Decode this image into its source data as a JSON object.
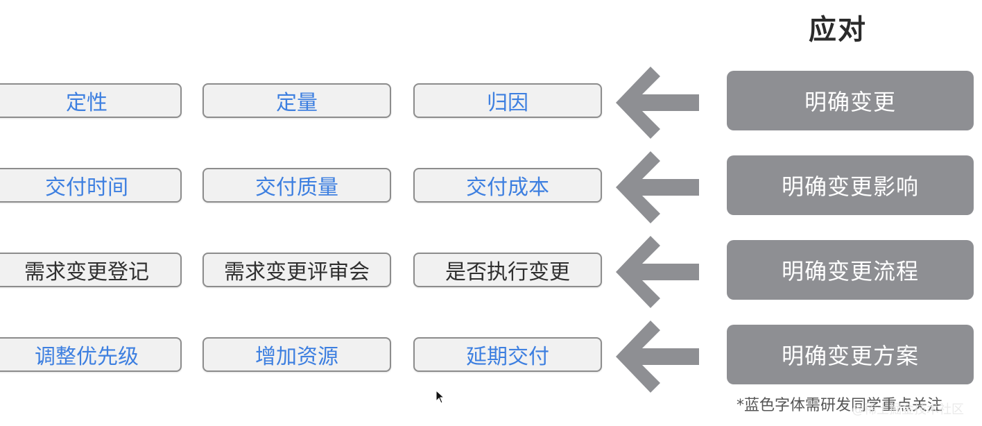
{
  "heading": "应对",
  "rows": [
    {
      "items": [
        {
          "text": "定性",
          "color": "blue"
        },
        {
          "text": "定量",
          "color": "blue"
        },
        {
          "text": "归因",
          "color": "blue"
        }
      ],
      "action": "明确变更"
    },
    {
      "items": [
        {
          "text": "交付时间",
          "color": "blue"
        },
        {
          "text": "交付质量",
          "color": "blue"
        },
        {
          "text": "交付成本",
          "color": "blue"
        }
      ],
      "action": "明确变更影响"
    },
    {
      "items": [
        {
          "text": "需求变更登记",
          "color": "dark"
        },
        {
          "text": "需求变更评审会",
          "color": "dark"
        },
        {
          "text": "是否执行变更",
          "color": "dark"
        }
      ],
      "action": "明确变更流程"
    },
    {
      "items": [
        {
          "text": "调整优先级",
          "color": "blue"
        },
        {
          "text": "增加资源",
          "color": "blue"
        },
        {
          "text": "延期交付",
          "color": "blue"
        }
      ],
      "action": "明确变更方案"
    }
  ],
  "footnote": "*蓝色字体需研发同学重点关注",
  "watermark": "@稀土掘金技术社区",
  "colors": {
    "blue_text": "#3d7fe0",
    "dark_text": "#2f2f2f",
    "box_fill": "#f1f1f1",
    "box_border": "#8c8c8c",
    "action_fill": "#8e8f93",
    "arrow": "#8e8f93"
  },
  "icons": {
    "arrow": "left-arrow-icon",
    "cursor": "mouse-cursor-icon"
  }
}
